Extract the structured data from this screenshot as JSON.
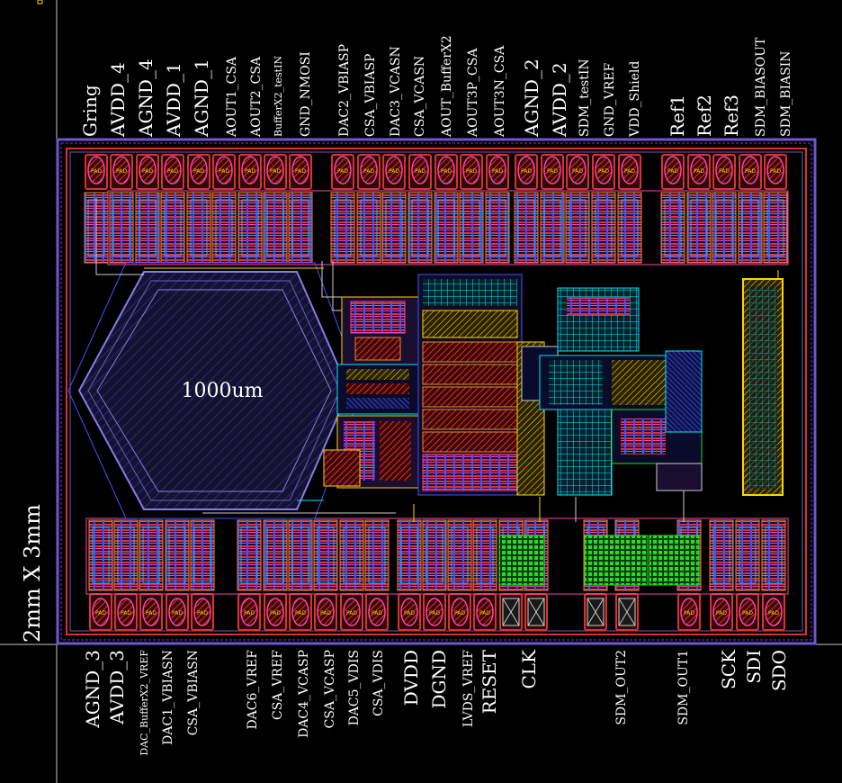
{
  "die_size_label": "2mm X 3mm",
  "inductor_label": "1000um",
  "pad_marker": "PAD",
  "colors": {
    "background": "#000000",
    "seal_ring": "#6a5acd",
    "metal_red": "#e0302a",
    "metal_orange": "#f08a20",
    "metal_blue": "#3a55ff",
    "metal_pink": "#ff3fb0",
    "metal_cyan": "#00e5ff",
    "metal_yellow": "#ffd400",
    "metal_green": "#22dd22",
    "inductor_fill": "#1a1740",
    "inductor_stroke": "#8a7ae8"
  },
  "top_pads": [
    "Gring",
    "AVDD_4",
    "AGND_4",
    "AVDD_1",
    "AGND_1",
    "AOUT1_CSA",
    "AOUT2_CSA",
    "BufferX2_testIN",
    "GND_NMOSI",
    "DAC2_VBIASP",
    "CSA_VBIASP",
    "DAC3_VCASN",
    "CSA_VCASN",
    "AOUT_BufferX2",
    "AOUT3P_CSA",
    "AOUT3N_CSA",
    "AGND_2",
    "AVDD_2",
    "SDM_testIN",
    "GND_VREF",
    "VDD_Shield",
    "Ref1",
    "Ref2",
    "Ref3",
    "SDM_BIASOUT",
    "SDM_BIASIN"
  ],
  "bottom_pads": [
    "AGND_3",
    "AVDD_3",
    "DAC_BufferX2_VREF",
    "DAC1_VBIASN",
    "CSA_VBIASN",
    "DAC6_VREF",
    "CSA_VREF",
    "DAC4_VCASP",
    "CSA_VCASP",
    "DAC5_VDIS",
    "CSA_VDIS",
    "DVDD",
    "DGND",
    "LVDS_VREF",
    "RESET",
    "CLK",
    "SDM_OUT2",
    "SDM_OUT1",
    "SCK",
    "SDI",
    "SDO"
  ]
}
